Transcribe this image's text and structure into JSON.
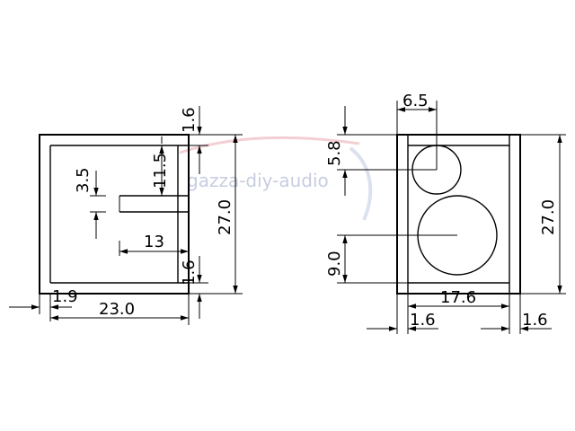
{
  "watermark": "gazza-diy-audio",
  "side_view": {
    "top_thickness": "1.6",
    "inner_height": "11.5",
    "port_height": "3.5",
    "port_length": "13",
    "bottom_thickness": "1.6",
    "total_height": "27.0",
    "back_thickness": "1.9",
    "depth": "23.0"
  },
  "front_view": {
    "tweeter_diameter": "6.5",
    "tweeter_offset": "5.8",
    "woofer_offset": "9.0",
    "total_height": "27.0",
    "inner_width": "17.6",
    "left_thickness": "1.6",
    "right_thickness": "1.6"
  },
  "colors": {
    "line": "#000000",
    "watermark": "#9aa6c8",
    "swoosh": "#e8a0a8"
  }
}
